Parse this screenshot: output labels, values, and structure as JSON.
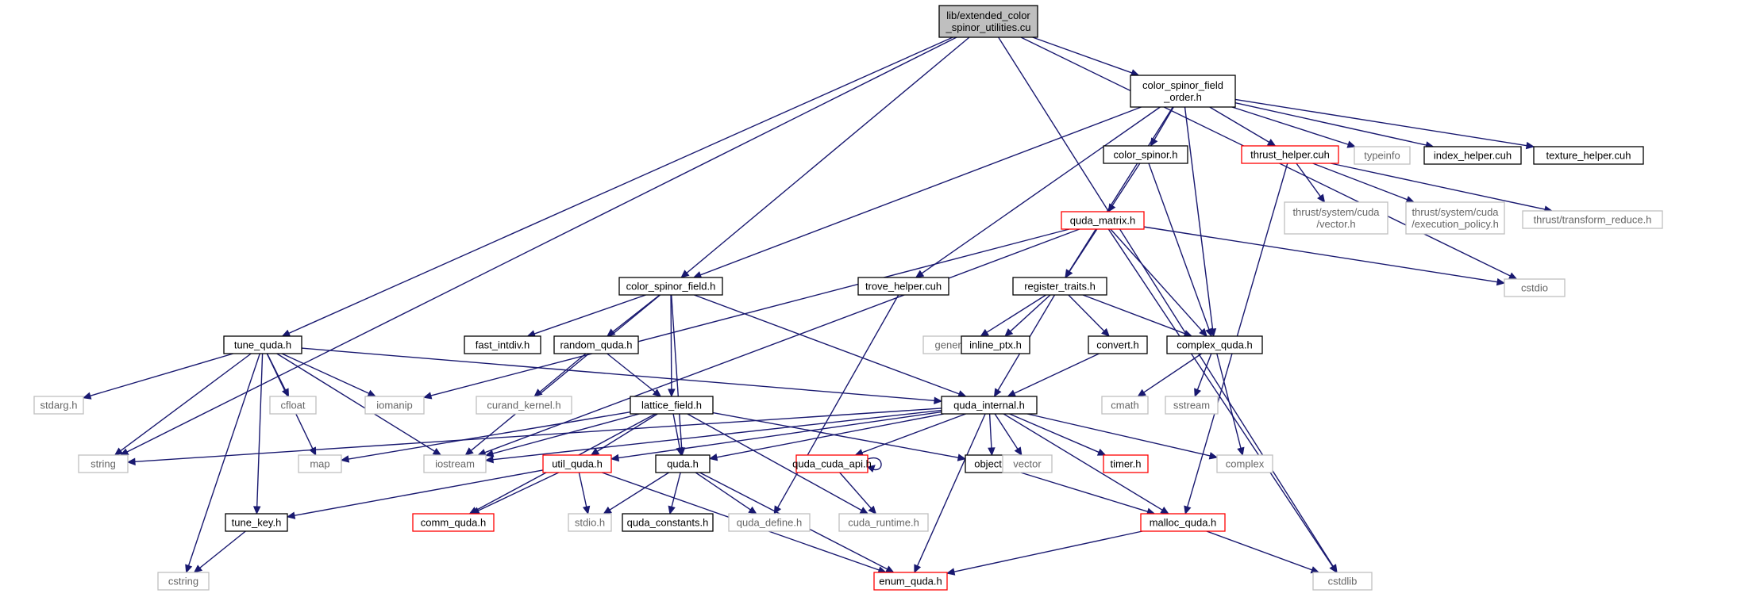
{
  "graph": {
    "nodes": [
      {
        "id": "root",
        "lines": [
          "lib/extended_color",
          "_spinor_utilities.cu"
        ],
        "kind": "root"
      },
      {
        "id": "csfo",
        "lines": [
          "color_spinor_field",
          "_order.h"
        ],
        "kind": "doc"
      },
      {
        "id": "color_spinor",
        "lines": [
          "color_spinor.h"
        ],
        "kind": "doc"
      },
      {
        "id": "thrust_helper",
        "lines": [
          "thrust_helper.cuh"
        ],
        "kind": "trunc"
      },
      {
        "id": "typeinfo",
        "lines": [
          "typeinfo"
        ],
        "kind": "ext"
      },
      {
        "id": "index_helper",
        "lines": [
          "index_helper.cuh"
        ],
        "kind": "doc"
      },
      {
        "id": "texture_helper",
        "lines": [
          "texture_helper.cuh"
        ],
        "kind": "doc"
      },
      {
        "id": "ts_vector",
        "lines": [
          "thrust/system/cuda",
          "/vector.h"
        ],
        "kind": "ext"
      },
      {
        "id": "ts_exec",
        "lines": [
          "thrust/system/cuda",
          "/execution_policy.h"
        ],
        "kind": "ext"
      },
      {
        "id": "ts_reduce",
        "lines": [
          "thrust/transform_reduce.h"
        ],
        "kind": "ext"
      },
      {
        "id": "quda_matrix",
        "lines": [
          "quda_matrix.h"
        ],
        "kind": "trunc"
      },
      {
        "id": "cstdio",
        "lines": [
          "cstdio"
        ],
        "kind": "ext"
      },
      {
        "id": "csf",
        "lines": [
          "color_spinor_field.h"
        ],
        "kind": "doc"
      },
      {
        "id": "trove",
        "lines": [
          "trove_helper.cuh"
        ],
        "kind": "doc"
      },
      {
        "id": "regtraits",
        "lines": [
          "register_traits.h"
        ],
        "kind": "doc"
      },
      {
        "id": "tune_quda",
        "lines": [
          "tune_quda.h"
        ],
        "kind": "doc"
      },
      {
        "id": "fast_intdiv",
        "lines": [
          "fast_intdiv.h"
        ],
        "kind": "doc"
      },
      {
        "id": "random_quda",
        "lines": [
          "random_quda.h"
        ],
        "kind": "doc"
      },
      {
        "id": "generics",
        "lines": [
          "generics/ldg.h"
        ],
        "kind": "ext"
      },
      {
        "id": "inline_ptx",
        "lines": [
          "inline_ptx.h"
        ],
        "kind": "doc"
      },
      {
        "id": "convert",
        "lines": [
          "convert.h"
        ],
        "kind": "doc"
      },
      {
        "id": "complex_quda",
        "lines": [
          "complex_quda.h"
        ],
        "kind": "doc"
      },
      {
        "id": "stdarg",
        "lines": [
          "stdarg.h"
        ],
        "kind": "ext"
      },
      {
        "id": "cfloat",
        "lines": [
          "cfloat"
        ],
        "kind": "ext"
      },
      {
        "id": "iomanip",
        "lines": [
          "iomanip"
        ],
        "kind": "ext"
      },
      {
        "id": "curand",
        "lines": [
          "curand_kernel.h"
        ],
        "kind": "ext"
      },
      {
        "id": "lattice",
        "lines": [
          "lattice_field.h"
        ],
        "kind": "doc"
      },
      {
        "id": "quda_internal",
        "lines": [
          "quda_internal.h"
        ],
        "kind": "doc"
      },
      {
        "id": "cmath",
        "lines": [
          "cmath"
        ],
        "kind": "ext"
      },
      {
        "id": "sstream",
        "lines": [
          "sstream"
        ],
        "kind": "ext"
      },
      {
        "id": "string",
        "lines": [
          "string"
        ],
        "kind": "ext"
      },
      {
        "id": "map",
        "lines": [
          "map"
        ],
        "kind": "ext"
      },
      {
        "id": "iostream",
        "lines": [
          "iostream"
        ],
        "kind": "ext"
      },
      {
        "id": "util_quda",
        "lines": [
          "util_quda.h"
        ],
        "kind": "trunc"
      },
      {
        "id": "quda_h",
        "lines": [
          "quda.h"
        ],
        "kind": "doc"
      },
      {
        "id": "cuda_api",
        "lines": [
          "quda_cuda_api.h"
        ],
        "kind": "trunc"
      },
      {
        "id": "object",
        "lines": [
          "object.h"
        ],
        "kind": "doc"
      },
      {
        "id": "vector",
        "lines": [
          "vector"
        ],
        "kind": "ext"
      },
      {
        "id": "timer",
        "lines": [
          "timer.h"
        ],
        "kind": "trunc"
      },
      {
        "id": "complex",
        "lines": [
          "complex"
        ],
        "kind": "ext"
      },
      {
        "id": "tune_key",
        "lines": [
          "tune_key.h"
        ],
        "kind": "doc"
      },
      {
        "id": "comm_quda",
        "lines": [
          "comm_quda.h"
        ],
        "kind": "trunc"
      },
      {
        "id": "stdio",
        "lines": [
          "stdio.h"
        ],
        "kind": "ext"
      },
      {
        "id": "quda_constants",
        "lines": [
          "quda_constants.h"
        ],
        "kind": "doc"
      },
      {
        "id": "quda_define",
        "lines": [
          "quda_define.h"
        ],
        "kind": "ext"
      },
      {
        "id": "cuda_runtime",
        "lines": [
          "cuda_runtime.h"
        ],
        "kind": "ext"
      },
      {
        "id": "malloc_quda",
        "lines": [
          "malloc_quda.h"
        ],
        "kind": "trunc"
      },
      {
        "id": "cstring",
        "lines": [
          "cstring"
        ],
        "kind": "ext"
      },
      {
        "id": "enum_quda",
        "lines": [
          "enum_quda.h"
        ],
        "kind": "trunc"
      },
      {
        "id": "cstdlib",
        "lines": [
          "cstdlib"
        ],
        "kind": "ext"
      }
    ],
    "edges": [
      [
        "root",
        "csfo"
      ],
      [
        "root",
        "csf"
      ],
      [
        "root",
        "tune_quda"
      ],
      [
        "root",
        "string"
      ],
      [
        "root",
        "cstdio"
      ],
      [
        "root",
        "cstdlib"
      ],
      [
        "csfo",
        "color_spinor"
      ],
      [
        "csfo",
        "thrust_helper"
      ],
      [
        "csfo",
        "typeinfo"
      ],
      [
        "csfo",
        "index_helper"
      ],
      [
        "csfo",
        "texture_helper"
      ],
      [
        "csfo",
        "regtraits"
      ],
      [
        "csfo",
        "trove"
      ],
      [
        "csfo",
        "csf"
      ],
      [
        "csfo",
        "complex_quda"
      ],
      [
        "color_spinor",
        "quda_matrix"
      ],
      [
        "color_spinor",
        "complex_quda"
      ],
      [
        "thrust_helper",
        "ts_vector"
      ],
      [
        "thrust_helper",
        "ts_exec"
      ],
      [
        "thrust_helper",
        "ts_reduce"
      ],
      [
        "thrust_helper",
        "malloc_quda"
      ],
      [
        "quda_matrix",
        "regtraits"
      ],
      [
        "quda_matrix",
        "complex_quda"
      ],
      [
        "quda_matrix",
        "iomanip"
      ],
      [
        "quda_matrix",
        "iostream"
      ],
      [
        "quda_matrix",
        "cstdio"
      ],
      [
        "quda_matrix",
        "cstdlib"
      ],
      [
        "csf",
        "fast_intdiv"
      ],
      [
        "csf",
        "random_quda"
      ],
      [
        "csf",
        "lattice"
      ],
      [
        "csf",
        "quda_internal"
      ],
      [
        "csf",
        "quda_h"
      ],
      [
        "csf",
        "iostream"
      ],
      [
        "trove",
        "quda_define"
      ],
      [
        "regtraits",
        "generics"
      ],
      [
        "regtraits",
        "inline_ptx"
      ],
      [
        "regtraits",
        "convert"
      ],
      [
        "regtraits",
        "complex_quda"
      ],
      [
        "regtraits",
        "quda_internal"
      ],
      [
        "tune_quda",
        "stdarg"
      ],
      [
        "tune_quda",
        "string"
      ],
      [
        "tune_quda",
        "map"
      ],
      [
        "tune_quda",
        "cfloat"
      ],
      [
        "tune_quda",
        "iomanip"
      ],
      [
        "tune_quda",
        "iostream"
      ],
      [
        "tune_quda",
        "tune_key"
      ],
      [
        "tune_quda",
        "cstring"
      ],
      [
        "tune_quda",
        "quda_internal"
      ],
      [
        "random_quda",
        "curand"
      ],
      [
        "random_quda",
        "lattice"
      ],
      [
        "convert",
        "quda_internal"
      ],
      [
        "complex_quda",
        "cmath"
      ],
      [
        "complex_quda",
        "sstream"
      ],
      [
        "complex_quda",
        "complex"
      ],
      [
        "lattice",
        "map"
      ],
      [
        "lattice",
        "iostream"
      ],
      [
        "lattice",
        "util_quda"
      ],
      [
        "lattice",
        "quda_h"
      ],
      [
        "lattice",
        "object"
      ],
      [
        "lattice",
        "comm_quda"
      ],
      [
        "lattice",
        "cuda_runtime"
      ],
      [
        "quda_internal",
        "string"
      ],
      [
        "quda_internal",
        "iostream"
      ],
      [
        "quda_internal",
        "util_quda"
      ],
      [
        "quda_internal",
        "quda_h"
      ],
      [
        "quda_internal",
        "cuda_api"
      ],
      [
        "quda_internal",
        "object"
      ],
      [
        "quda_internal",
        "vector"
      ],
      [
        "quda_internal",
        "timer"
      ],
      [
        "quda_internal",
        "complex"
      ],
      [
        "quda_internal",
        "malloc_quda"
      ],
      [
        "quda_internal",
        "enum_quda"
      ],
      [
        "util_quda",
        "tune_key"
      ],
      [
        "util_quda",
        "comm_quda"
      ],
      [
        "util_quda",
        "stdio"
      ],
      [
        "util_quda",
        "enum_quda"
      ],
      [
        "quda_h",
        "stdio"
      ],
      [
        "quda_h",
        "quda_constants"
      ],
      [
        "quda_h",
        "quda_define"
      ],
      [
        "quda_h",
        "enum_quda"
      ],
      [
        "cuda_api",
        "cuda_api"
      ],
      [
        "cuda_api",
        "cuda_runtime"
      ],
      [
        "object",
        "malloc_quda"
      ],
      [
        "tune_key",
        "cstring"
      ],
      [
        "malloc_quda",
        "enum_quda"
      ],
      [
        "malloc_quda",
        "cstdlib"
      ]
    ]
  }
}
